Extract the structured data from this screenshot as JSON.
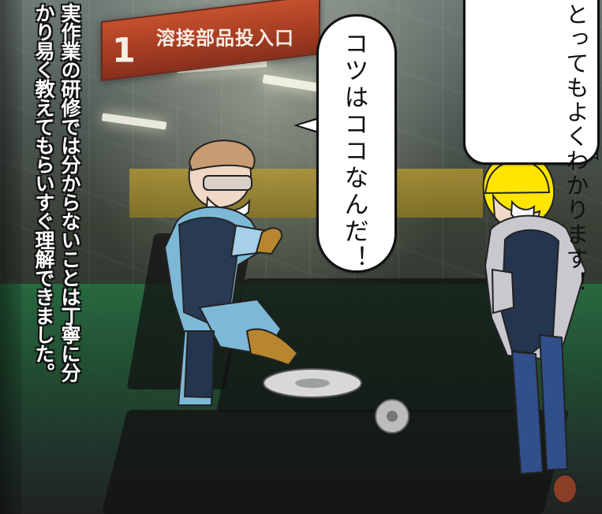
{
  "banner": {
    "number": "1",
    "text": "溶接部品投入口"
  },
  "captions": {
    "line1": "実作業の研修では分からないことは丁寧に分",
    "line2": "かり易く教えてもらいすぐ理解できました。"
  },
  "bubbles": {
    "middle": "コツはココなんだ！",
    "right": "とってもよくわかります！"
  },
  "icons": {
    "speech_bubble": "speech-bubble-icon",
    "hard_hat": "hard-hat-icon"
  },
  "colors": {
    "caption_text": "#ffffff",
    "caption_outline": "#111111",
    "banner": "#a73d22",
    "helmet_tan": "#c99b72",
    "helmet_yellow": "#ffe500",
    "uniform_blue": "#7db8d6",
    "apron_navy": "#25354f"
  }
}
